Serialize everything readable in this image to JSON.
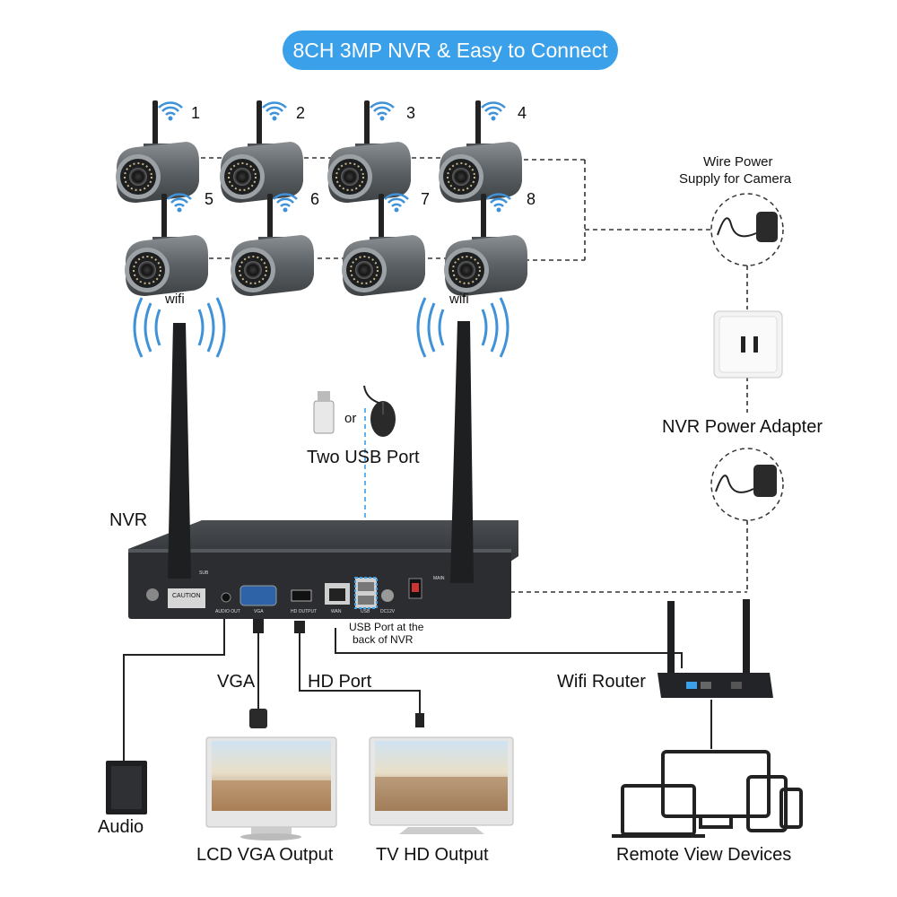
{
  "title": "8CH 3MP NVR & Easy to Connect",
  "cameras": [
    {
      "number": "1"
    },
    {
      "number": "2"
    },
    {
      "number": "3"
    },
    {
      "number": "4"
    },
    {
      "number": "5"
    },
    {
      "number": "6"
    },
    {
      "number": "7"
    },
    {
      "number": "8"
    }
  ],
  "wifi_left": "wifi",
  "wifi_right": "wifi",
  "usb": {
    "or": "or",
    "label": "Two USB Port",
    "back_note_line1": "USB Port at the",
    "back_note_line2": "back of NVR"
  },
  "nvr_label": "NVR",
  "power": {
    "wire_line1": "Wire Power",
    "wire_line2": "Supply for Camera",
    "adapter": "NVR Power Adapter"
  },
  "ports": {
    "vga": "VGA",
    "hd": "HD Port",
    "router": "Wifi Router",
    "audio": "Audio"
  },
  "outputs": {
    "lcd": "LCD VGA Output",
    "tv": "TV HD Output",
    "remote": "Remote View Devices"
  },
  "panel_text": {
    "caution": "CAUTION",
    "audio_out": "AUDIO OUT",
    "vga": "VGA",
    "hd_output": "HD OUTPUT",
    "wan": "WAN",
    "usb": "USB",
    "dc": "DC12V",
    "main": "MAIN",
    "sub": "SUB"
  },
  "colors": {
    "accent": "#3aa0ea",
    "wifi": "#3f92d8",
    "device": "#2b2d30",
    "camera": "#5b6064"
  }
}
